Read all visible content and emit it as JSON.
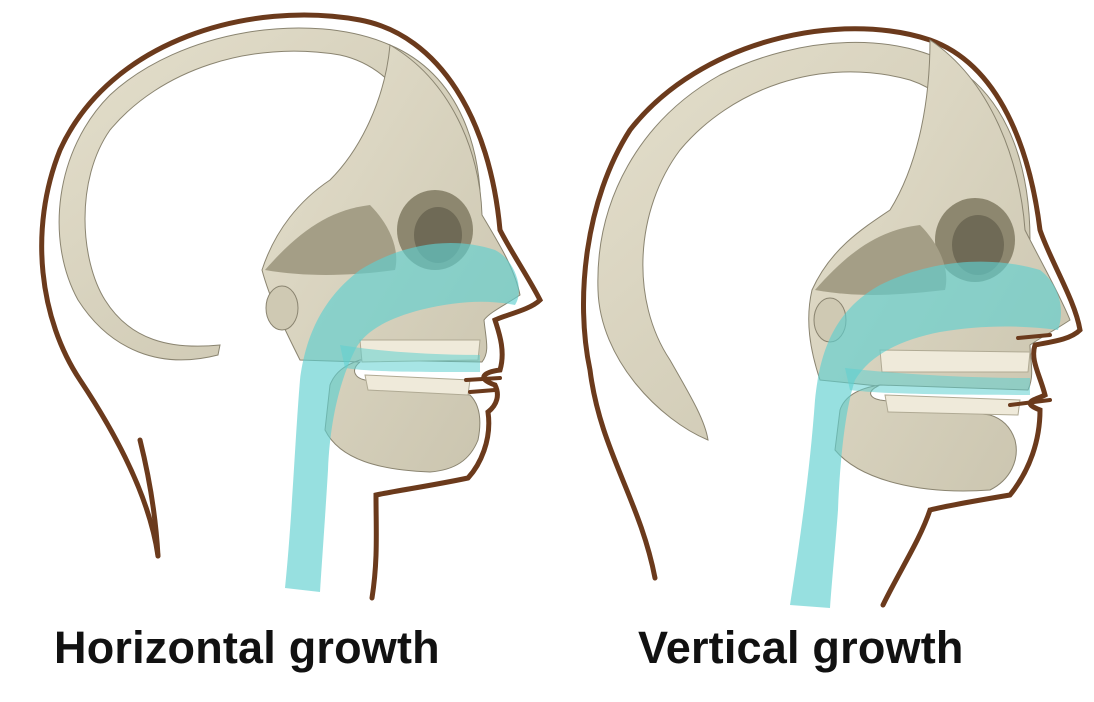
{
  "figures": [
    {
      "id": "horizontal",
      "caption": "Horizontal growth"
    },
    {
      "id": "vertical",
      "caption": "Vertical growth"
    }
  ],
  "colors": {
    "outline": "#6b3a1c",
    "skull": "#d9d4c0",
    "skull_shadow": "#a8a28b",
    "airway": "#63cfd0",
    "text": "#111111"
  }
}
